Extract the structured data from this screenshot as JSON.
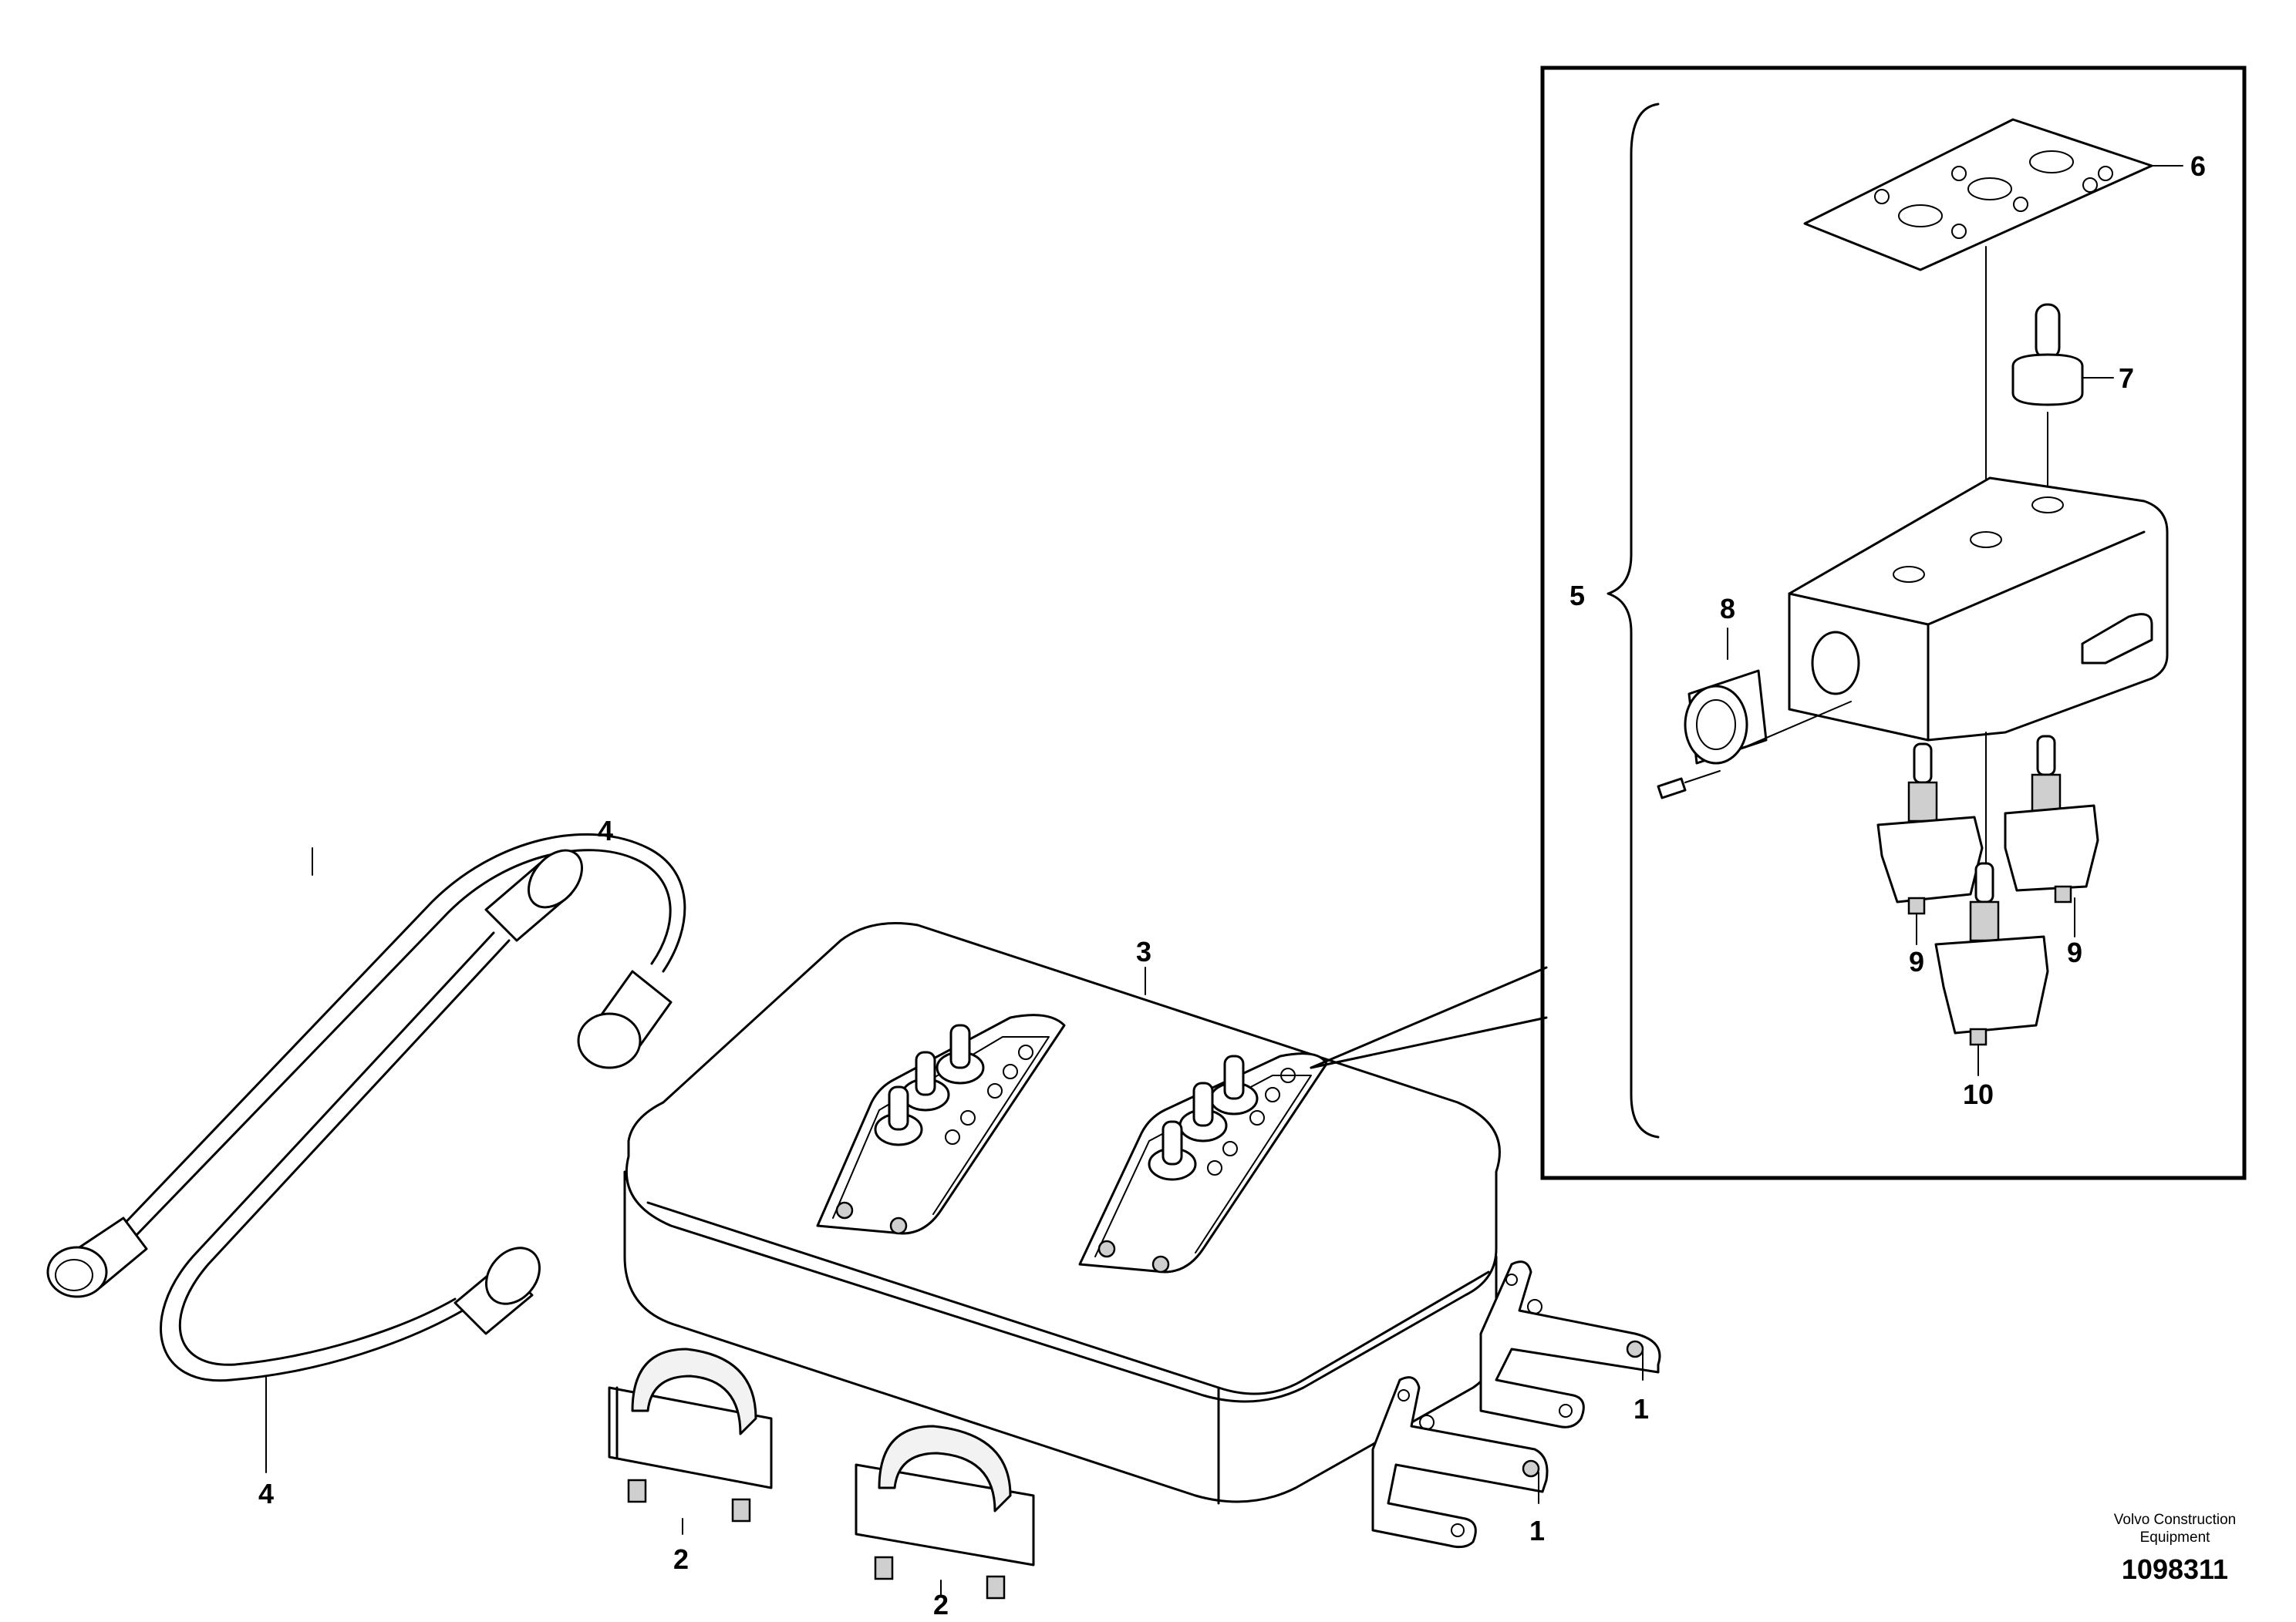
{
  "callouts": {
    "c1a": "1",
    "c1b": "1",
    "c2a": "2",
    "c2b": "2",
    "c3": "3",
    "c4a": "4",
    "c4b": "4",
    "c5": "5",
    "c6": "6",
    "c7": "7",
    "c8": "8",
    "c9a": "9",
    "c9b": "9",
    "c10": "10"
  },
  "footer": {
    "maker_line1": "Volvo Construction",
    "maker_line2": "Equipment",
    "reference": "1098311"
  }
}
